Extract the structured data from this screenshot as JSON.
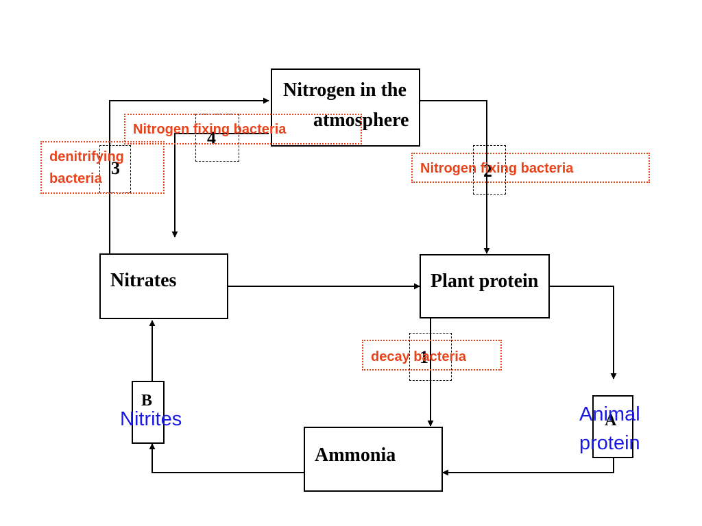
{
  "nodes": {
    "atmosphere": {
      "line1": "Nitrogen in the",
      "line2": "atmosphere"
    },
    "nitrates": "Nitrates",
    "plant_protein": "Plant protein",
    "ammonia": "Ammonia",
    "b": "B",
    "a": "A"
  },
  "steps": {
    "s1": "1",
    "s2": "2",
    "s3": "3",
    "s4": "4"
  },
  "annotations": {
    "nitrogen_fixing_top": "Nitrogen fixing bacteria",
    "nitrogen_fixing_right": "Nitrogen fixing bacteria",
    "denitrifying_line1": "denitrifying",
    "denitrifying_line2": "bacteria",
    "decay": "decay bacteria",
    "nitrites": "Nitrites",
    "animal_line1": "Animal",
    "animal_line2": "protein"
  },
  "colors": {
    "annotation_red": "#e8431a",
    "annotation_blue": "#1a1ae6"
  }
}
